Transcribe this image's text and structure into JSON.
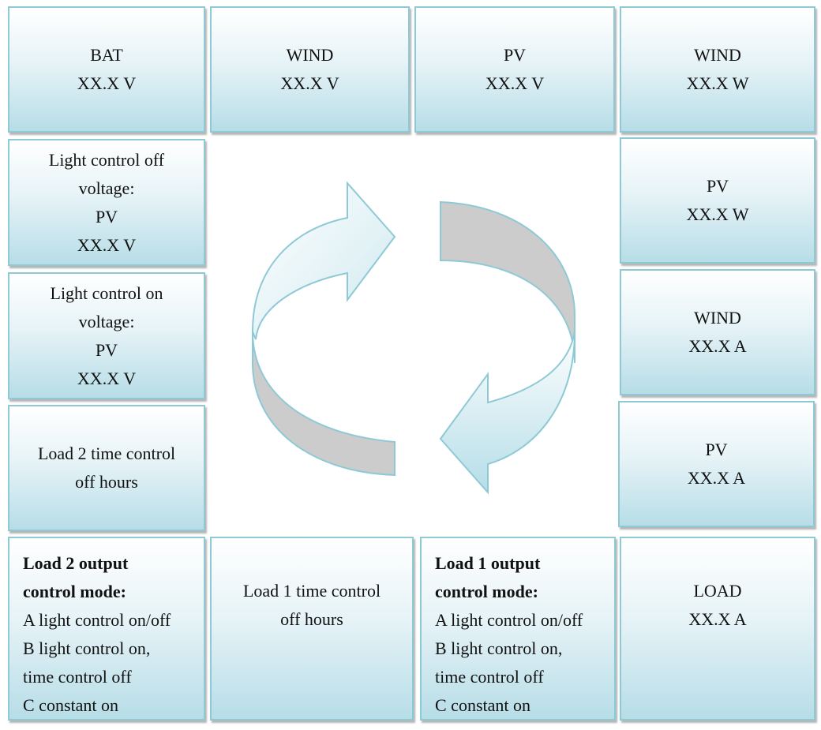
{
  "boxes": {
    "bat_v": [
      "BAT",
      "XX.X V"
    ],
    "wind_v": [
      "WIND",
      "XX.X V"
    ],
    "pv_v": [
      "PV",
      "XX.X V"
    ],
    "wind_w": [
      "WIND",
      "XX.X W"
    ],
    "light_off": [
      "Light control off",
      "voltage:",
      "PV",
      "XX.X V"
    ],
    "pv_w": [
      "PV",
      "XX.X W"
    ],
    "light_on": [
      "Light control on",
      "voltage:",
      "PV",
      "XX.X V"
    ],
    "wind_a": [
      "WIND",
      "XX.X A"
    ],
    "load2_time": [
      "Load 2 time control",
      "off hours"
    ],
    "pv_a": [
      "PV",
      "XX.X A"
    ],
    "load2_mode": [
      "Load 2 output",
      "control mode:",
      "A light control on/off",
      "B light control on,",
      "time control off",
      "C constant on"
    ],
    "load1_time": [
      "Load 1 time control",
      "off hours"
    ],
    "load1_mode": [
      "Load 1 output",
      "control mode:",
      "A light control on/off",
      "B light control on,",
      "time control off",
      "C constant on"
    ],
    "load_a": [
      "LOAD",
      "XX.X A"
    ]
  },
  "colors": {
    "box_border": "#8ec9d6",
    "box_gradient_bottom": "#b7dde7",
    "arrow_gray": "#cccccc",
    "arrow_blue": "#bfe2ea"
  },
  "icons": [
    "cycle-arrows-icon"
  ]
}
